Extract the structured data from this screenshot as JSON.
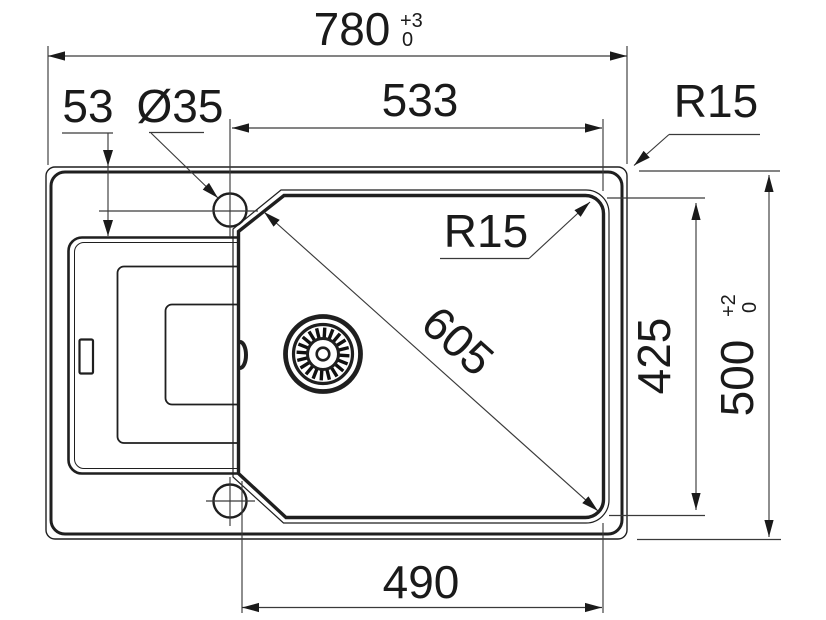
{
  "drawing": {
    "type": "kitchen sink installation dimension drawing",
    "ink_color": "#1f1f1f",
    "background_color": "#ffffff",
    "dimensions": {
      "overall_width": {
        "value": "780",
        "tol_plus": "+3",
        "tol_minus": "0"
      },
      "bowl_width": {
        "value": "533"
      },
      "edge_offset": {
        "value": "53"
      },
      "tap_hole_diameter": {
        "value": "Ø35"
      },
      "outer_corner_radius": {
        "value": "R15"
      },
      "bowl_corner_radius": {
        "value": "R15"
      },
      "bowl_diagonal": {
        "value": "605"
      },
      "bowl_depth": {
        "value": "425"
      },
      "overall_depth": {
        "value": "500",
        "tol_plus": "+2",
        "tol_minus": "0"
      },
      "bowl_bottom_width": {
        "value": "490"
      }
    }
  }
}
